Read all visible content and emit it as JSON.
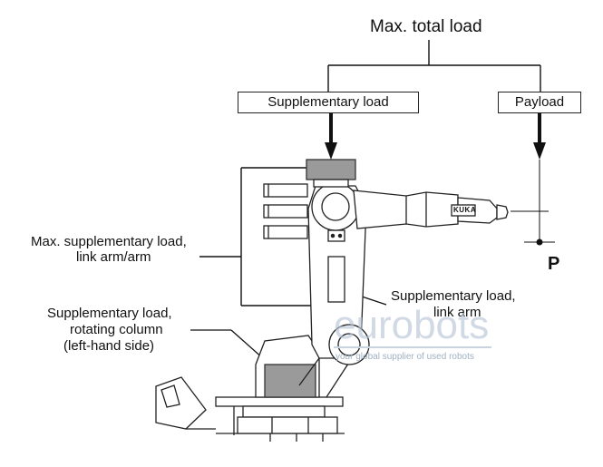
{
  "title": "Max. total load",
  "boxes": {
    "supplementary": "Supplementary load",
    "payload": "Payload"
  },
  "labels": {
    "arm_line1": "Max. supplementary load,",
    "arm_line2": "link arm/arm",
    "column_line1": "Supplementary load,",
    "column_line2": "rotating column",
    "column_line3": "(left-hand side)",
    "link_line1": "Supplementary load,",
    "link_line2": "link arm",
    "point": "P"
  },
  "robot_badge": "KUKA",
  "watermark": {
    "brand": "eurobots",
    "tagline": "your global supplier of used robots"
  },
  "colors": {
    "ink": "#111111",
    "watermark": "#b8c6d6",
    "load_block": "#9a9a9a"
  }
}
